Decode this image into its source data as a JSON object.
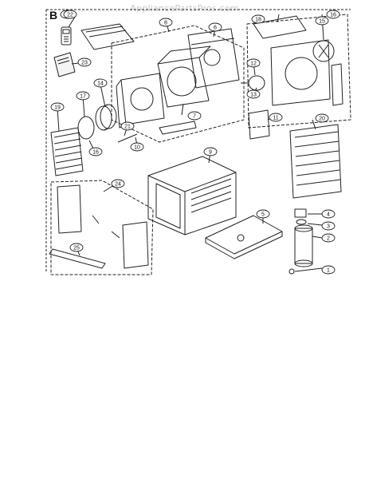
{
  "watermark": "AppliancePartsPros.com",
  "section_label": "B",
  "callouts": [
    "1",
    "2",
    "3",
    "4",
    "5",
    "6",
    "7",
    "8",
    "9",
    "10",
    "11",
    "12",
    "13",
    "14",
    "15",
    "16",
    "16",
    "16",
    "17",
    "18",
    "19",
    "20",
    "21",
    "22",
    "23",
    "24",
    "25"
  ]
}
